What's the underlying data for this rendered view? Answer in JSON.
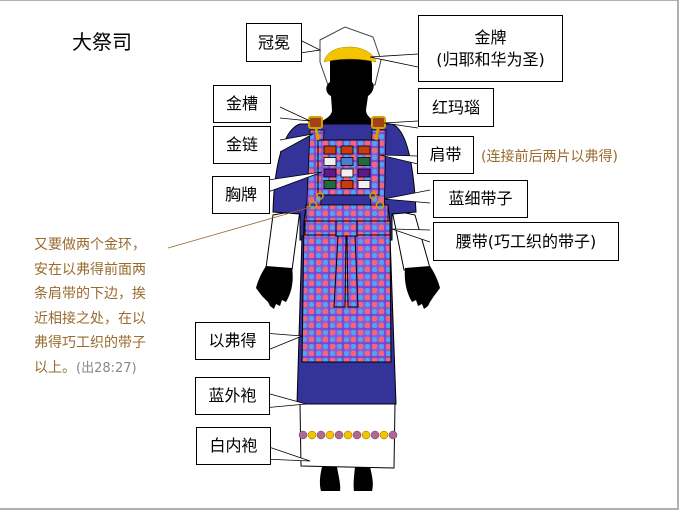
{
  "title": "大祭司",
  "labels": {
    "crown": "冠冕",
    "gold_plate": "金牌",
    "gold_plate_sub": "(归耶和华为圣)",
    "gold_setting": "金槽",
    "onyx": "红玛瑙",
    "gold_chain": "金链",
    "shoulder_piece": "肩带",
    "shoulder_piece_note": "(连接前后两片以弗得)",
    "breastplate": "胸牌",
    "blue_cord": "蓝细带子",
    "waistband": "腰带(巧工织的带子)",
    "ephod": "以弗得",
    "blue_robe": "蓝外袍",
    "white_tunic": "白内袍"
  },
  "note": {
    "lines": [
      "又要做两个金环，",
      "安在以弗得前面两",
      "条肩带的下边，挨",
      "近相接之处，在以",
      "弗得巧工织的带子",
      "以上。"
    ],
    "citation": "(出28:27)"
  },
  "colors": {
    "robe_blue": "#333399",
    "gold": "#f5c400",
    "note_brown": "#9a6a2e",
    "pomegranate": "#b06a90",
    "bell": "#f5c400"
  },
  "breastplate_stones": [
    [
      "#c83c10",
      "#c83c10",
      "#c83c10"
    ],
    [
      "#f0f0f0",
      "#4a7fd0",
      "#1f6b3a"
    ],
    [
      "#5a1a8a",
      "#f0f0f0",
      "#5a1a8a"
    ],
    [
      "#1f6b3a",
      "#c83c10",
      "#f0f0f0"
    ]
  ]
}
